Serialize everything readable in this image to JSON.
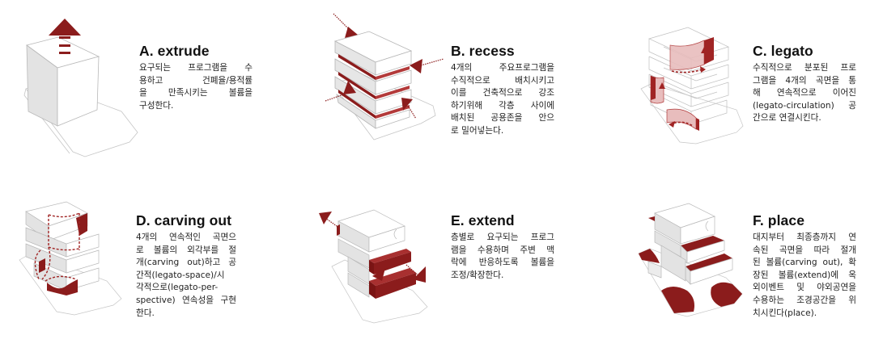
{
  "colors": {
    "accent_red": "#8b1c1c",
    "accent_red_light": "#c98a8a",
    "outline": "#bdbdbd",
    "shade_side": "#e2e2e2",
    "text": "#222222"
  },
  "panels": [
    {
      "id": "A",
      "title": "A. extrude",
      "lines": [
        "요구되는 프로그램을 수",
        "용하고   건폐율/용적률",
        "을  만족시키는  볼륨을",
        "구성한다."
      ],
      "figure_icon": "extrude-arrow-icon"
    },
    {
      "id": "B",
      "title": "B. recess",
      "lines": [
        "4개의   주요프로그램을",
        "수직적으로 배치시키고",
        "이를  건축적으로  강조",
        "하기위해  각층  사이에",
        "배치된  공용존을  안으",
        "로 밀어넣는다."
      ],
      "figure_icon": "recess-arrows-icon"
    },
    {
      "id": "C",
      "title": "C. legato",
      "lines": [
        "수직적으로 분포된 프로",
        "그램을 4개의 곡면을 통",
        "해  연속적으로  이어진",
        "(legato-circulation)   공",
        "간으로 연결시킨다."
      ],
      "figure_icon": "legato-curves-icon"
    },
    {
      "id": "D",
      "title": "D. carving out",
      "lines": [
        "4개의  연속적인  곡면으",
        "로  볼륨의  외각부를  절",
        "개(carving  out)하고  공",
        "간적(legato-space)/시",
        "각적으로(legato-per-",
        "spective) 연속성을 구현",
        "한다."
      ],
      "figure_icon": "carving-out-icon"
    },
    {
      "id": "E",
      "title": "E. extend",
      "lines": [
        "층별로 요구되는 프로그",
        "램을  수용하며  주변  맥",
        "락에 반응하도록 볼륨을",
        "조정/확장한다."
      ],
      "figure_icon": "extend-arrows-icon"
    },
    {
      "id": "F",
      "title": "F. place",
      "lines": [
        "대지부터 최종층까지 연",
        "속된  곡면을  따라  절개",
        "된 볼륨(carving out), 확",
        "장된  볼륨(extend)에  옥",
        "외이벤트 및 야외공연을",
        "수용하는 조경공간을 위",
        "치시킨다(place)."
      ],
      "figure_icon": "place-landscape-icon"
    }
  ]
}
